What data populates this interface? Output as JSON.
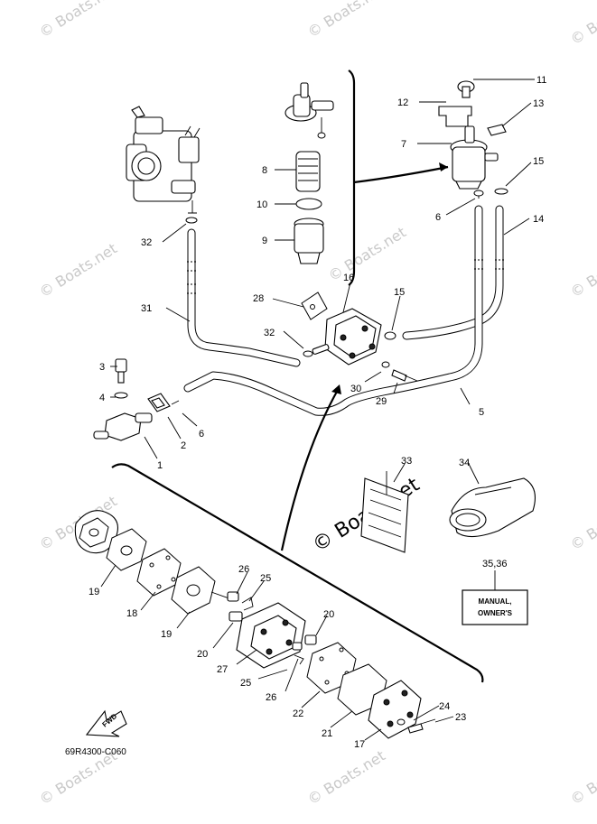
{
  "watermark": {
    "text": "© Boats.net"
  },
  "diagram": {
    "code": "69R4300-C060",
    "fwd_label": "FWD",
    "manual_label_line1": "MANUAL,",
    "manual_label_line2": "OWNER'S"
  },
  "callouts": {
    "c1": "1",
    "c2": "2",
    "c3": "3",
    "c4": "4",
    "c5": "5",
    "c6a": "6",
    "c6b": "6",
    "c7": "7",
    "c8": "8",
    "c9": "9",
    "c10": "10",
    "c11": "11",
    "c12": "12",
    "c13": "13",
    "c14": "14",
    "c15a": "15",
    "c15b": "15",
    "c16": "16",
    "c17": "17",
    "c18": "18",
    "c19a": "19",
    "c19b": "19",
    "c20a": "20",
    "c20b": "20",
    "c21": "21",
    "c22": "22",
    "c23": "23",
    "c24": "24",
    "c25a": "25",
    "c25b": "25",
    "c26a": "26",
    "c26b": "26",
    "c27": "27",
    "c28": "28",
    "c29": "29",
    "c30": "30",
    "c31": "31",
    "c32a": "32",
    "c32b": "32",
    "c33": "33",
    "c34": "34",
    "c35_36": "35,36"
  }
}
